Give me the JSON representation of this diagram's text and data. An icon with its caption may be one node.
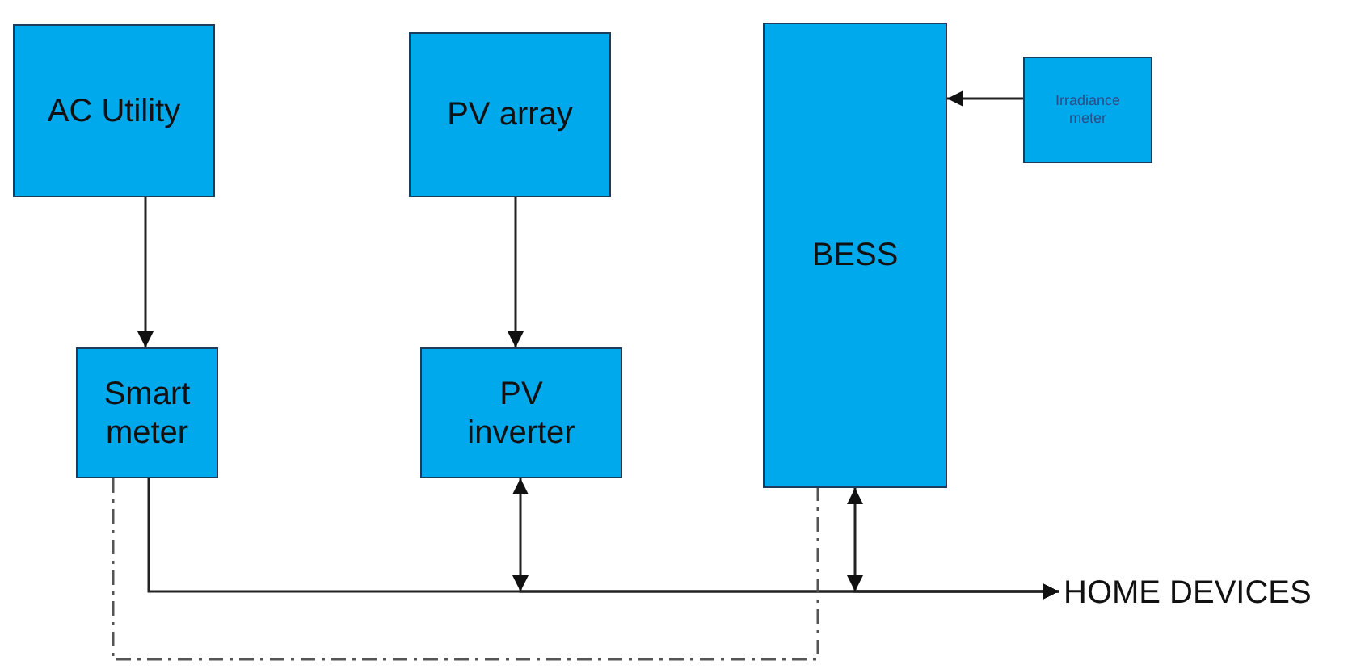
{
  "diagram": {
    "nodes": [
      {
        "text": [
          "AC Utility"
        ]
      },
      {
        "text": [
          "PV array"
        ]
      },
      {
        "text": [
          "BESS"
        ]
      },
      {
        "text": [
          "Irradiance meter"
        ]
      },
      {
        "text": [
          "Smart meter"
        ]
      },
      {
        "text": [
          "PV inverter"
        ]
      },
      {
        "text": [
          "HOME DEVICES"
        ]
      }
    ],
    "edges": [
      {
        "from": 0,
        "to": 4,
        "arrow": "to"
      },
      {
        "from": 1,
        "to": 5,
        "arrow": "to"
      },
      {
        "from": 3,
        "to": 2,
        "arrow": "to"
      },
      {
        "from": 4,
        "to": 6,
        "arrow": "to"
      },
      {
        "from": 5,
        "to": 6,
        "arrow": "both"
      },
      {
        "from": 2,
        "to": 6,
        "arrow": "both"
      },
      {
        "from": 4,
        "to": 2,
        "arrow": "none",
        "style": "dashed"
      }
    ]
  }
}
